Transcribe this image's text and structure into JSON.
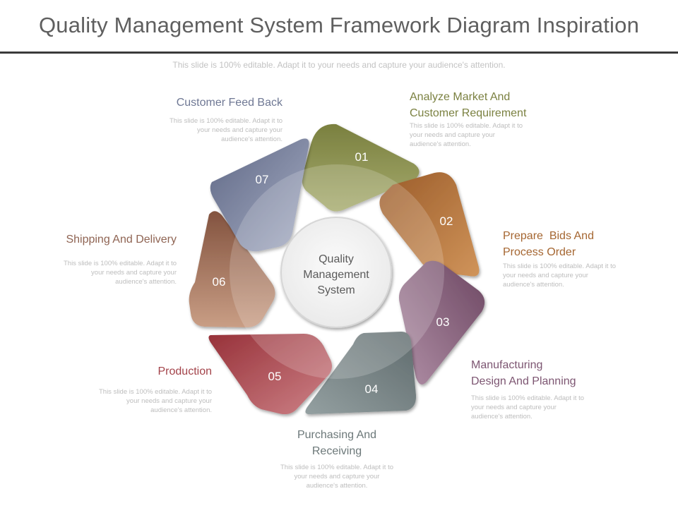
{
  "header": {
    "title": "Quality Management System Framework Diagram Inspiration",
    "subtitle": "This slide is 100% editable. Adapt it to your needs and capture your audience's attention."
  },
  "center": {
    "lines": [
      "Quality",
      "Management",
      "System"
    ]
  },
  "steps": [
    {
      "number": "01",
      "label_lines": [
        "Analyze Market And",
        "Customer Requirement"
      ],
      "desc_lines": [
        "This slide is 100% editable. Adapt it to",
        "your needs and capture your",
        "audience's attention."
      ],
      "color": "#7b8141"
    },
    {
      "number": "02",
      "label_lines": [
        "Prepare  Bids And",
        "Process Order"
      ],
      "desc_lines": [
        "This slide is 100% editable. Adapt it to",
        "your needs and capture your",
        "audience's attention."
      ],
      "color": "#a56631"
    },
    {
      "number": "03",
      "label_lines": [
        "Manufacturing",
        "Design And Planning"
      ],
      "desc_lines": [
        "This slide is 100% editable. Adapt it to",
        "your needs and capture your",
        "audience's attention."
      ],
      "color": "#7d5672"
    },
    {
      "number": "04",
      "label_lines": [
        "Purchasing And",
        "Receiving"
      ],
      "desc_lines": [
        "This slide is 100% editable. Adapt it to",
        "your needs and capture your",
        "audience's attention."
      ],
      "color": "#6c7879"
    },
    {
      "number": "05",
      "label_lines": [
        "Production"
      ],
      "desc_lines": [
        "This slide is 100% editable. Adapt it to",
        "your needs and capture your",
        "audience's attention."
      ],
      "color": "#a3434a"
    },
    {
      "number": "06",
      "label_lines": [
        "Shipping And Delivery"
      ],
      "desc_lines": [
        "This slide is 100% editable. Adapt it to",
        "your needs and capture your",
        "audience's attention."
      ],
      "color": "#8f6453"
    },
    {
      "number": "07",
      "label_lines": [
        "Customer Feed Back"
      ],
      "desc_lines": [
        "This slide is 100% editable. Adapt it to",
        "your needs and capture your",
        "audience's attention."
      ],
      "color": "#6f7894"
    }
  ]
}
